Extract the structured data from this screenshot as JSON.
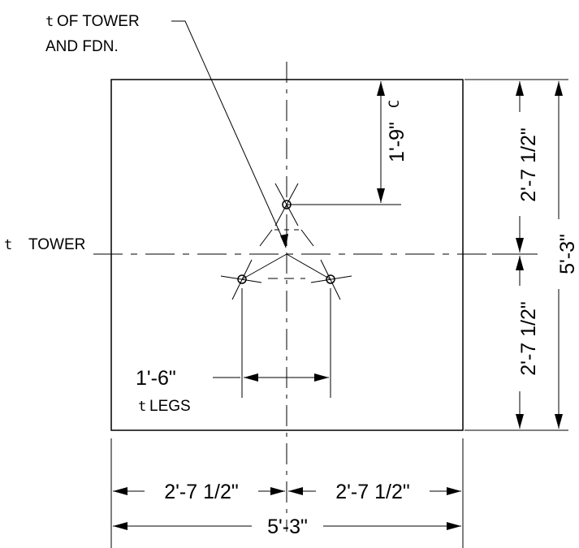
{
  "labels": {
    "cl_symbol": "t",
    "cl_tower_fdn_line1": "OF TOWER",
    "cl_tower_fdn_line2": "AND FDN.",
    "cl_tower": "TOWER",
    "cl_legs": "LEGS",
    "c_suffix": "C"
  },
  "dimensions": {
    "top_offset": "1'-9\"",
    "right_upper": "2'-7 1/2\"",
    "right_lower": "2'-7 1/2\"",
    "right_total": "5'-3\"",
    "bottom_left": "2'-7 1/2\"",
    "bottom_right": "2'-7 1/2\"",
    "bottom_total": "5'-3\"",
    "leg_spacing": "1'-6\""
  }
}
